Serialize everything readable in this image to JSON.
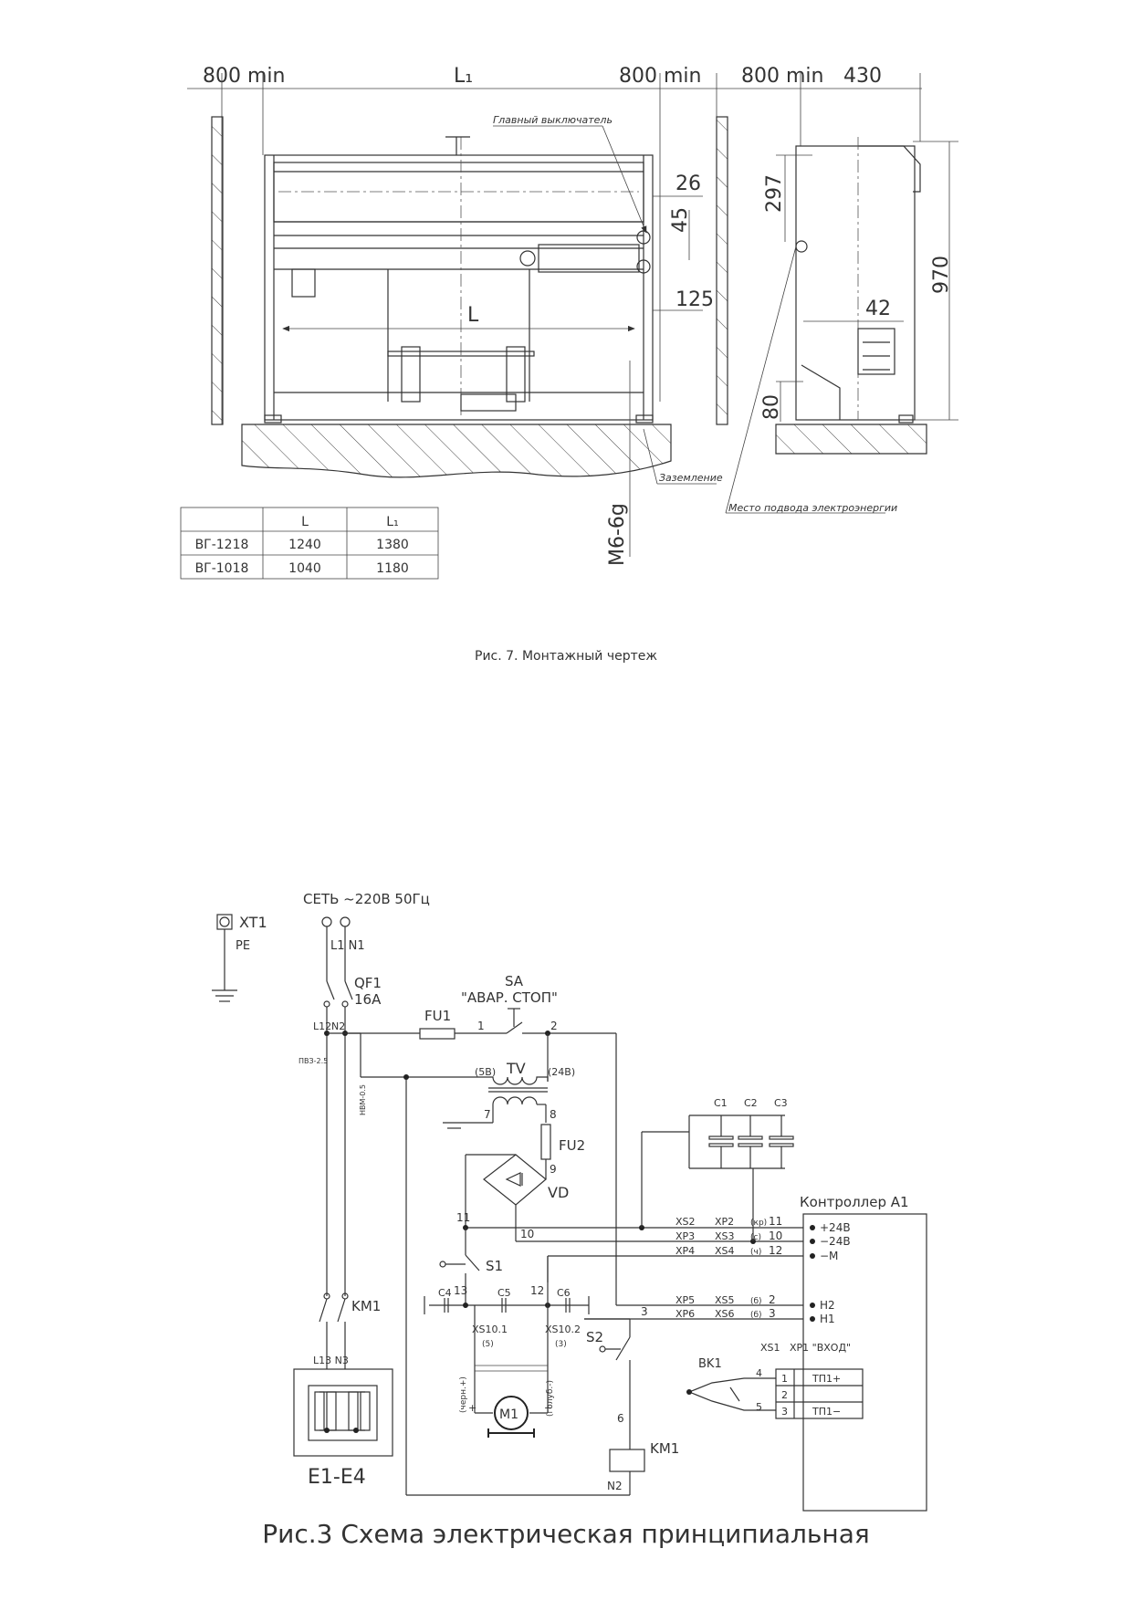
{
  "mounting": {
    "dims_top": {
      "left_clear": "800 min",
      "l1": "L₁",
      "right_clear": "800 min",
      "side_clear": "800 min",
      "side_depth": "430"
    },
    "main_switch": "Главный выключатель",
    "dims_front": {
      "d26": "26",
      "d45": "45",
      "d125": "125",
      "length": "L",
      "thread": "M6-6g"
    },
    "ground": "Заземление",
    "power_entry": "Место подвода электроэнергии",
    "dims_side": {
      "d297": "297",
      "d970": "970",
      "d42": "42",
      "d80": "80"
    },
    "table": {
      "headers": [
        "",
        "L",
        "L₁"
      ],
      "rows": [
        [
          "ВГ-1218",
          "1240",
          "1380"
        ],
        [
          "ВГ-1018",
          "1040",
          "1180"
        ]
      ]
    },
    "caption": "Рис. 7. Монтажный чертеж"
  },
  "schematic": {
    "network": "СЕТЬ ~220В 50Гц",
    "xt1": "XT1",
    "pe": "PE",
    "l1n1": "L1 N1",
    "qf1": "QF1",
    "qf1_rating": "16A",
    "l12": "L12",
    "n2_top": "N2",
    "pv3": "ПВЗ-2.5",
    "nvm": "НВМ-0.5",
    "fu1": "FU1",
    "sa": "SA",
    "sa_name": "\"АВАР. СТОП\"",
    "w1": "1",
    "w2": "2",
    "tv": "TV",
    "tv_5v": "(5В)",
    "tv_24v": "(24В)",
    "w7": "7",
    "w8": "8",
    "fu2": "FU2",
    "w9": "9",
    "vd": "VD",
    "w11": "11",
    "w10": "10",
    "s1": "S1",
    "c4": "C4",
    "c5": "C5",
    "c6": "C6",
    "w13": "13",
    "w12": "12",
    "xs101": "XS10.1",
    "xs102": "XS10.2",
    "p5": "(5)",
    "p3": "(3)",
    "cher": "(черн.+)",
    "golub": "(голуб.-)",
    "m1": "M1",
    "plus": "+",
    "minus": "−",
    "km1": "KM1",
    "l13n3": "L13 N3",
    "e1e4": "E1-E4",
    "c1": "C1",
    "c2": "C2",
    "c3": "C3",
    "controller": "Контроллер A1",
    "conn": [
      {
        "xs": "XS2",
        "xp": "XP2",
        "xsb": "",
        "wire": "(кр)",
        "n": "11",
        "sig": "+24В"
      },
      {
        "xs": "XP3",
        "xp": "XS3",
        "wire": "(с)",
        "n": "10",
        "sig": "−24В"
      },
      {
        "xs": "XP4",
        "xp": "XS4",
        "wire": "(ч)",
        "n": "12",
        "sig": "−M"
      },
      {
        "xs": "XP5",
        "xp": "XS5",
        "wire": "(б)",
        "n": "2",
        "sig": "H2"
      },
      {
        "xs": "XP6",
        "xp": "XS6",
        "wire": "(б)",
        "n": "3",
        "sig": "H1"
      }
    ],
    "w3": "3",
    "s2": "S2",
    "w6": "6",
    "km1_coil": "KM1",
    "n2_bot": "N2",
    "xs1": "XS1",
    "xp1": "XP1 \"ВХОД\"",
    "bk1": "BK1",
    "w4": "4",
    "w5": "5",
    "tp": [
      {
        "n": "1",
        "label": "ТП1+"
      },
      {
        "n": "2",
        "label": ""
      },
      {
        "n": "3",
        "label": "ТП1−"
      }
    ],
    "caption": "Рис.3 Схема электрическая принципиальная"
  }
}
